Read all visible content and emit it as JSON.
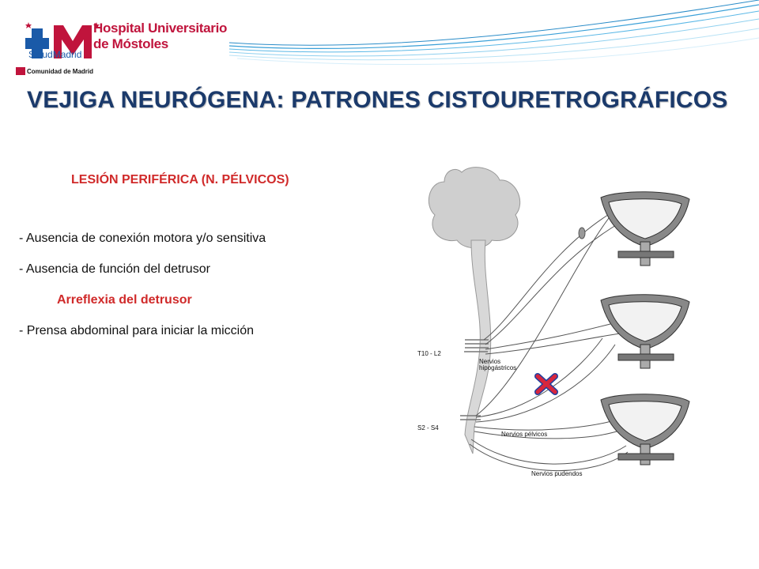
{
  "header": {
    "logo": {
      "hospital_line1": "Hospital Universitario",
      "hospital_line2": "de Móstoles",
      "salud": "SaludMadrid",
      "comunidad": "Comunidad de Madrid"
    },
    "title": "VEJIGA NEURÓGENA: PATRONES CISTOURETROGRÁFICOS"
  },
  "content": {
    "subtitle": "LESIÓN PERIFÉRICA (N. PÉLVICOS)",
    "bullets": [
      "- Ausencia de conexión motora y/o sensitiva",
      "- Ausencia de función del detrusor",
      "Arreflexia del detrusor",
      "- Prensa abdominal para iniciar la micción"
    ]
  },
  "diagram": {
    "labels": {
      "t10": "T10 - L2",
      "s2": "S2 - S4",
      "hipogastricos_1": "Nervios",
      "hipogastricos_2": "hipogástricos",
      "pelvicos": "Nervios pélvicos",
      "pudendos": "Nervios pudendos"
    },
    "lesion_marker_color": "#d7263d",
    "lesion_marker_outline": "#1f3fa0"
  },
  "colors": {
    "title": "#1b3a6b",
    "accent_red": "#d02a2a",
    "brand_red": "#c0143c",
    "wave_blue": "#3aa0d8"
  }
}
